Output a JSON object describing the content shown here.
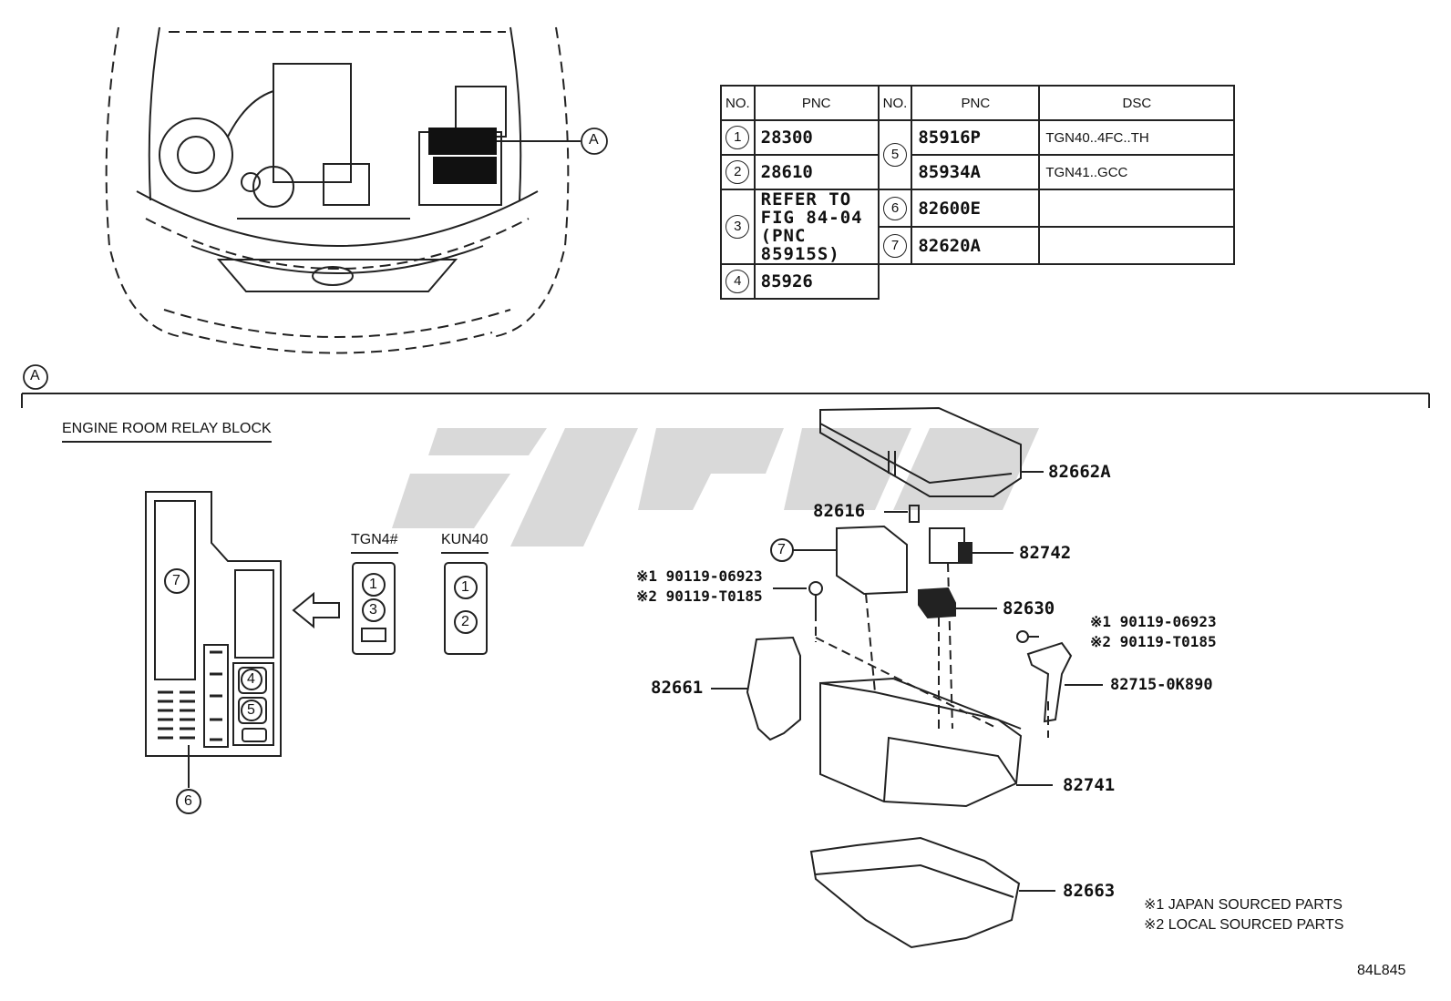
{
  "table": {
    "headers": {
      "no1": "NO.",
      "pnc1": "PNC",
      "no2": "NO.",
      "pnc2": "PNC",
      "dsc": "DSC"
    },
    "left_rows": [
      {
        "no": "1",
        "pnc": "28300"
      },
      {
        "no": "2",
        "pnc": "28610"
      },
      {
        "no": "3",
        "pnc_lines": [
          "REFER TO",
          "FIG 84-04",
          "(PNC 85915S)"
        ]
      },
      {
        "no": "4",
        "pnc": "85926"
      }
    ],
    "right_rows": [
      {
        "no": "5",
        "pnc": "85916P",
        "dsc": "TGN40..4FC..TH"
      },
      {
        "no": "",
        "pnc": "85934A",
        "dsc": "TGN41..GCC"
      },
      {
        "no": "6",
        "pnc": "82600E",
        "dsc": ""
      },
      {
        "no": "7",
        "pnc": "82620A",
        "dsc": ""
      }
    ]
  },
  "callout_a": "A",
  "section_title": "ENGINE ROOM RELAY BLOCK",
  "variants": [
    {
      "label": "TGN4#",
      "slots": [
        "1",
        "3"
      ]
    },
    {
      "label": "KUN40",
      "slots": [
        "1",
        "2"
      ]
    }
  ],
  "block_callouts": [
    "7",
    "4",
    "5",
    "6"
  ],
  "parts": {
    "p82662A": "82662A",
    "p82616": "82616",
    "p82742": "82742",
    "p82630": "82630",
    "p82661": "82661",
    "p82715": "82715-0K890",
    "p82741": "82741",
    "p82663": "82663",
    "callout7": "7",
    "bolt_left_1": "※1 90119-06923",
    "bolt_left_2": "※2 90119-T0185",
    "bolt_right_1": "※1 90119-06923",
    "bolt_right_2": "※2 90119-T0185"
  },
  "notes": [
    "※1 JAPAN SOURCED PARTS",
    "※2 LOCAL SOURCED PARTS"
  ],
  "figure_code": "84L845"
}
